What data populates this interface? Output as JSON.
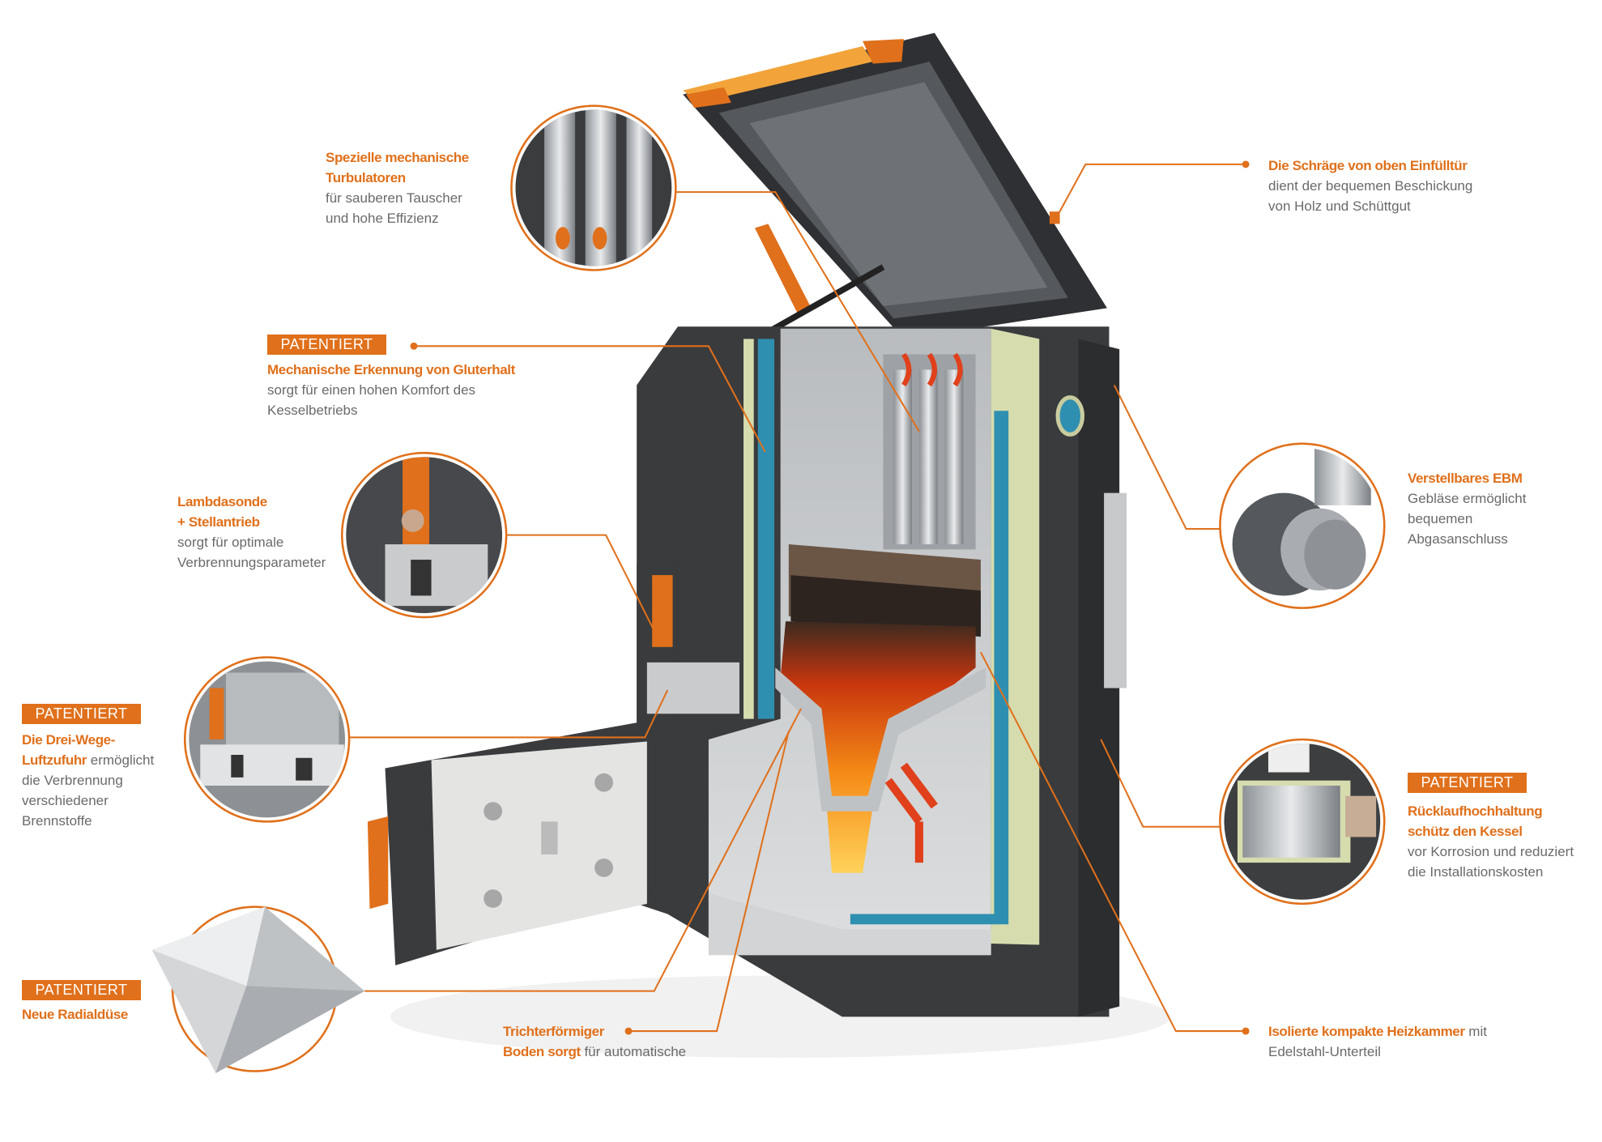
{
  "colors": {
    "accent": "#e0701b",
    "text": "#6a6a6a",
    "body_dark": "#3a3b3d",
    "insulation": "#d6dcae",
    "water": "#2f8fb0"
  },
  "badge_label": "PATENTIERT",
  "callouts": {
    "turbulatoren": {
      "title": [
        "Spezielle mechanische",
        "Turbulatoren"
      ],
      "body": [
        "für sauberen Tauscher",
        "und hohe Effizienz"
      ]
    },
    "gluterhalt": {
      "badge": "PATENTIERT",
      "title": [
        "Mechanische Erkennung von Gluterhalt"
      ],
      "body": [
        "sorgt für einen hohen Komfort des",
        "Kesselbetriebs"
      ]
    },
    "lambdasonde": {
      "title": [
        "Lambdasonde",
        "+ Stellantrieb"
      ],
      "body": [
        "sorgt für optimale",
        "Verbrennungsparameter"
      ]
    },
    "drei_wege": {
      "badge": "PATENTIERT",
      "title_1": "Die Drei-Wege-",
      "title_2": "Luftzufuhr",
      "body_2": " ermöglicht",
      "body": [
        "die Verbrennung",
        "verschiedener",
        "Brennstoffe"
      ]
    },
    "radialduese": {
      "badge": "PATENTIERT",
      "title": "Neue Radialdüse"
    },
    "trichter": {
      "title_1": "Trichterförmiger",
      "title_2": "Boden sorgt",
      "body_2": " für automatische"
    },
    "schraege": {
      "title": "Die Schräge von oben Einfülltür",
      "body": [
        "dient der bequemen Beschickung",
        "von Holz und Schüttgut"
      ]
    },
    "ebm": {
      "title": "Verstellbares EBM",
      "body": [
        "Gebläse ermöglicht",
        "bequemen",
        "Abgasanschluss"
      ]
    },
    "ruecklauf": {
      "badge": "PATENTIERT",
      "title": [
        "Rücklaufhochhaltung",
        "schütz den Kessel"
      ],
      "body": [
        "vor Korrosion und reduziert",
        "die Installationskosten"
      ]
    },
    "heizkammer": {
      "title": "Isolierte kompakte Heizkammer",
      "body_1": " mit",
      "body_2": "Edelstahl-Unterteil"
    }
  }
}
